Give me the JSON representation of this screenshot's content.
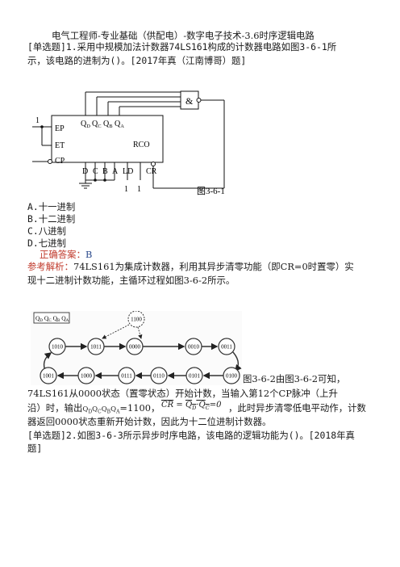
{
  "title": "电气工程师-专业基础（供配电）-数字电子技术-3.6时序逻辑电路",
  "q1": {
    "line1": "[单选题]1.采用中规模加法计数器74LS161构成的计数器电路如图3-6-1所",
    "line2": "示，该电路的进制为()。[2017年真（江南博哥）题]",
    "figure_caption": "图3-6-1",
    "options": [
      "A.十一进制",
      "B.十二进制",
      "C.八进制",
      "D.七进制"
    ],
    "answer_label": "正确答案：",
    "answer": "B",
    "analysis_label": "参考解析：",
    "analysis_line1": "74LS161为集成计数器，利用其异步清零功能（即CR=0时置零）实",
    "analysis_line2": "现十二进制计数功能，主循环过程如图3-6-2所示。",
    "fig2_caption_text": "图3-6-2由图3-6-2可知，",
    "analysis_line3": "74LS161从0000状态（置零状态）开始计数，当输入第12个CP脉冲（上升",
    "analysis_line4a": "沿）时，输出",
    "analysis_line4b": "=1100，",
    "analysis_line4c": "，此时异步清零低电平动作，计数",
    "analysis_line5": "器返回0000状态重新开始计数，因此为十二位进制计数器。"
  },
  "q2": {
    "line1": "[单选题]2.如图3-6-3所示异步时序电路，该电路的逻辑功能为()。[2018年真",
    "line2": "题]"
  },
  "circuit": {
    "gate": "&",
    "pins_top": [
      "Q",
      "Q",
      "Q",
      "Q"
    ],
    "pin_subs": [
      "D",
      "C",
      "B",
      "A"
    ],
    "left_labels": [
      "EP",
      "ET",
      "CP"
    ],
    "rco": "RCO",
    "bottom_pins": [
      "D",
      "C",
      "B",
      "A",
      "LD",
      "CR"
    ],
    "ep_input": "1",
    "ld_inputs": [
      "1",
      "1"
    ]
  },
  "state_diagram": {
    "legend": "Q",
    "legend_subs": [
      "D",
      "C",
      "B",
      "A"
    ],
    "extra_state": "1100",
    "row_top": [
      "1010",
      "1011",
      "0000",
      "0010",
      "0011"
    ],
    "row_bottom": [
      "1001",
      "1000",
      "0111",
      "0110",
      "0101",
      "0100"
    ]
  },
  "formula": {
    "out_q": "Q",
    "out_subs": [
      "D",
      "C",
      "B",
      "A"
    ],
    "cr": "CR",
    "eq": " = ",
    "qd": "Q",
    "qd_sub": "D",
    "dot": "·",
    "qc": "Q",
    "qc_sub": "C",
    "tail": "=0"
  }
}
